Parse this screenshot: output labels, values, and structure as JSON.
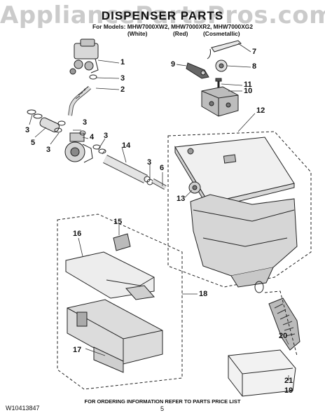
{
  "watermark": "AppliancePartsPros.com",
  "title": "DISPENSER PARTS",
  "models_line": "For Models: MHW7000XW2, MHW7000XR2, MHW7000XG2",
  "variants": {
    "white": "(White)",
    "red": "(Red)",
    "cosmetallic": "(Cosmetallic)"
  },
  "callouts": {
    "c1": "1",
    "c2": "2",
    "c3a": "3",
    "c3b": "3",
    "c3c": "3",
    "c3d": "3",
    "c3e": "3",
    "c3f": "3",
    "c4": "4",
    "c5": "5",
    "c6": "6",
    "c7": "7",
    "c8": "8",
    "c9": "9",
    "c10": "10",
    "c11": "11",
    "c12": "12",
    "c13": "13",
    "c14": "14",
    "c15": "15",
    "c16": "16",
    "c17": "17",
    "c18": "18",
    "c19": "19",
    "c20": "20",
    "c21": "21"
  },
  "footer": {
    "note": "FOR ORDERING INFORMATION REFER TO PARTS PRICE LIST",
    "doc_number": "W10413847",
    "page": "5"
  }
}
